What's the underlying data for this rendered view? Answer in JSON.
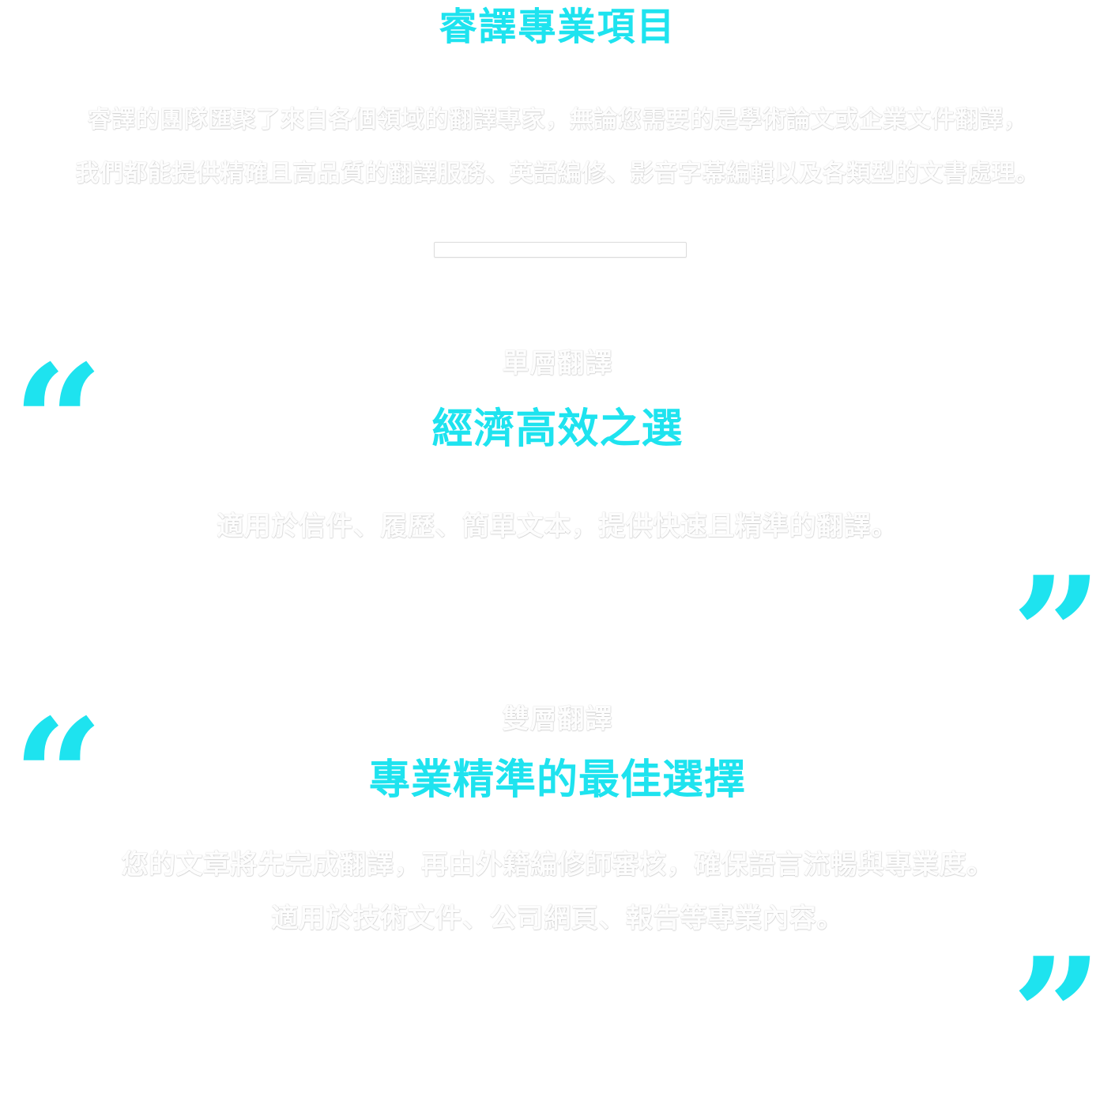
{
  "hero": {
    "title": "睿譯專業項目"
  },
  "intro": {
    "line1": "睿譯的團隊匯聚了來自各個領域的翻譯專家，無論您需要的是學術論文或企業文件翻譯，",
    "line2": "我們都能提供精確且高品質的翻譯服務、英語編修、影音字幕編輯以及各類型的文書處理。"
  },
  "sections": [
    {
      "kicker": "單層翻譯",
      "title": "經濟高效之選",
      "lines": [
        "適用於信件、履歷、簡單文本，提供快速且精準的翻譯。"
      ]
    },
    {
      "kicker": "雙層翻譯",
      "title": "專業精準的最佳選擇",
      "lines": [
        "您的文章將先完成翻譯，再由外籍編修師審核，確保語言流暢與專業度。",
        "適用於技術文件、公司網頁、報告等專業內容。"
      ]
    }
  ],
  "quotes": {
    "open_glyph": "“",
    "close_glyph": "”"
  },
  "colors": {
    "accent": "#1ee3ef",
    "text": "#fdfdfd",
    "background": "#ffffff"
  }
}
